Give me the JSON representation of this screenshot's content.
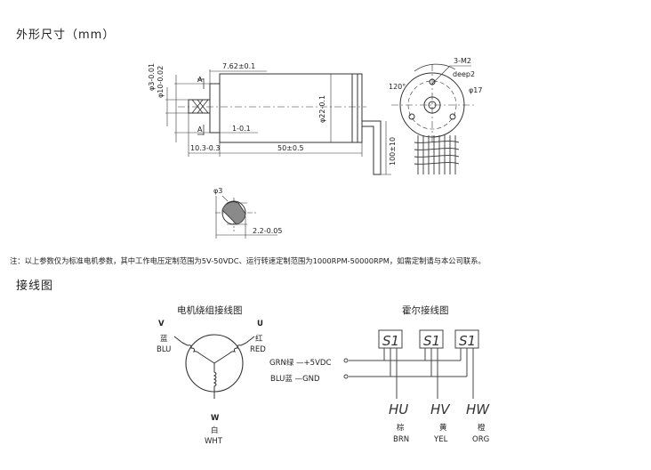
{
  "section_dimensions": {
    "title": "外形尺寸（mm）"
  },
  "dimensions": {
    "shaft_dia": "φ3-0.01",
    "flange_dia": "φ10-0.02",
    "flange_len": "7.62±0.1",
    "body_dia": "φ22-0.1",
    "step": "1-0.1",
    "front_len": "10.3-0.3",
    "body_len": "50±0.5",
    "lead_len": "100±10",
    "section_a": "A",
    "holes": "3-M2",
    "depth": "deep2",
    "angle": "120°",
    "pcd": "φ17",
    "d_shaft_dia": "φ3",
    "d_flat": "2.2-0.05"
  },
  "note": "注：以上参数仅为标准电机参数，其中工作电压定制范围为5V-50VDC、运行转速定制范围为1000RPM-50000RPM，如需定制请与本公司联系。",
  "section_wiring": {
    "title": "接线图"
  },
  "winding": {
    "title": "电机绕组接线图",
    "v": {
      "letter": "V",
      "cn": "蓝",
      "en": "BLU"
    },
    "u": {
      "letter": "U",
      "cn": "红",
      "en": "RED"
    },
    "w": {
      "letter": "W",
      "cn": "白",
      "en": "WHT"
    }
  },
  "hall": {
    "title": "霍尔接线图",
    "sensor_label": "S1",
    "power_plus": "GRN绿 —+5VDC",
    "power_gnd": "BLU蓝 —GND",
    "outputs": [
      {
        "name": "HU",
        "cn": "棕",
        "en": "BRN"
      },
      {
        "name": "HV",
        "cn": "黄",
        "en": "YEL"
      },
      {
        "name": "HW",
        "cn": "橙",
        "en": "ORG"
      }
    ]
  }
}
